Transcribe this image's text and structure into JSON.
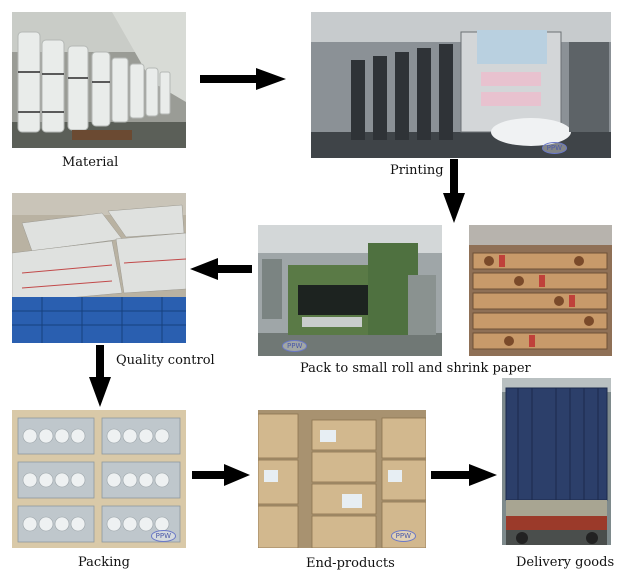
{
  "steps": {
    "material": "Material",
    "printing": "Printing",
    "quality_control": "Quality control",
    "pack": "Pack to small roll and shrink paper",
    "packing": "Packing",
    "end_products": "End-products",
    "delivery": "Delivery goods"
  },
  "watermark": "PPW",
  "colors": {
    "arrow": "#000000",
    "text": "#111111",
    "watermark": "#4a58a8"
  }
}
